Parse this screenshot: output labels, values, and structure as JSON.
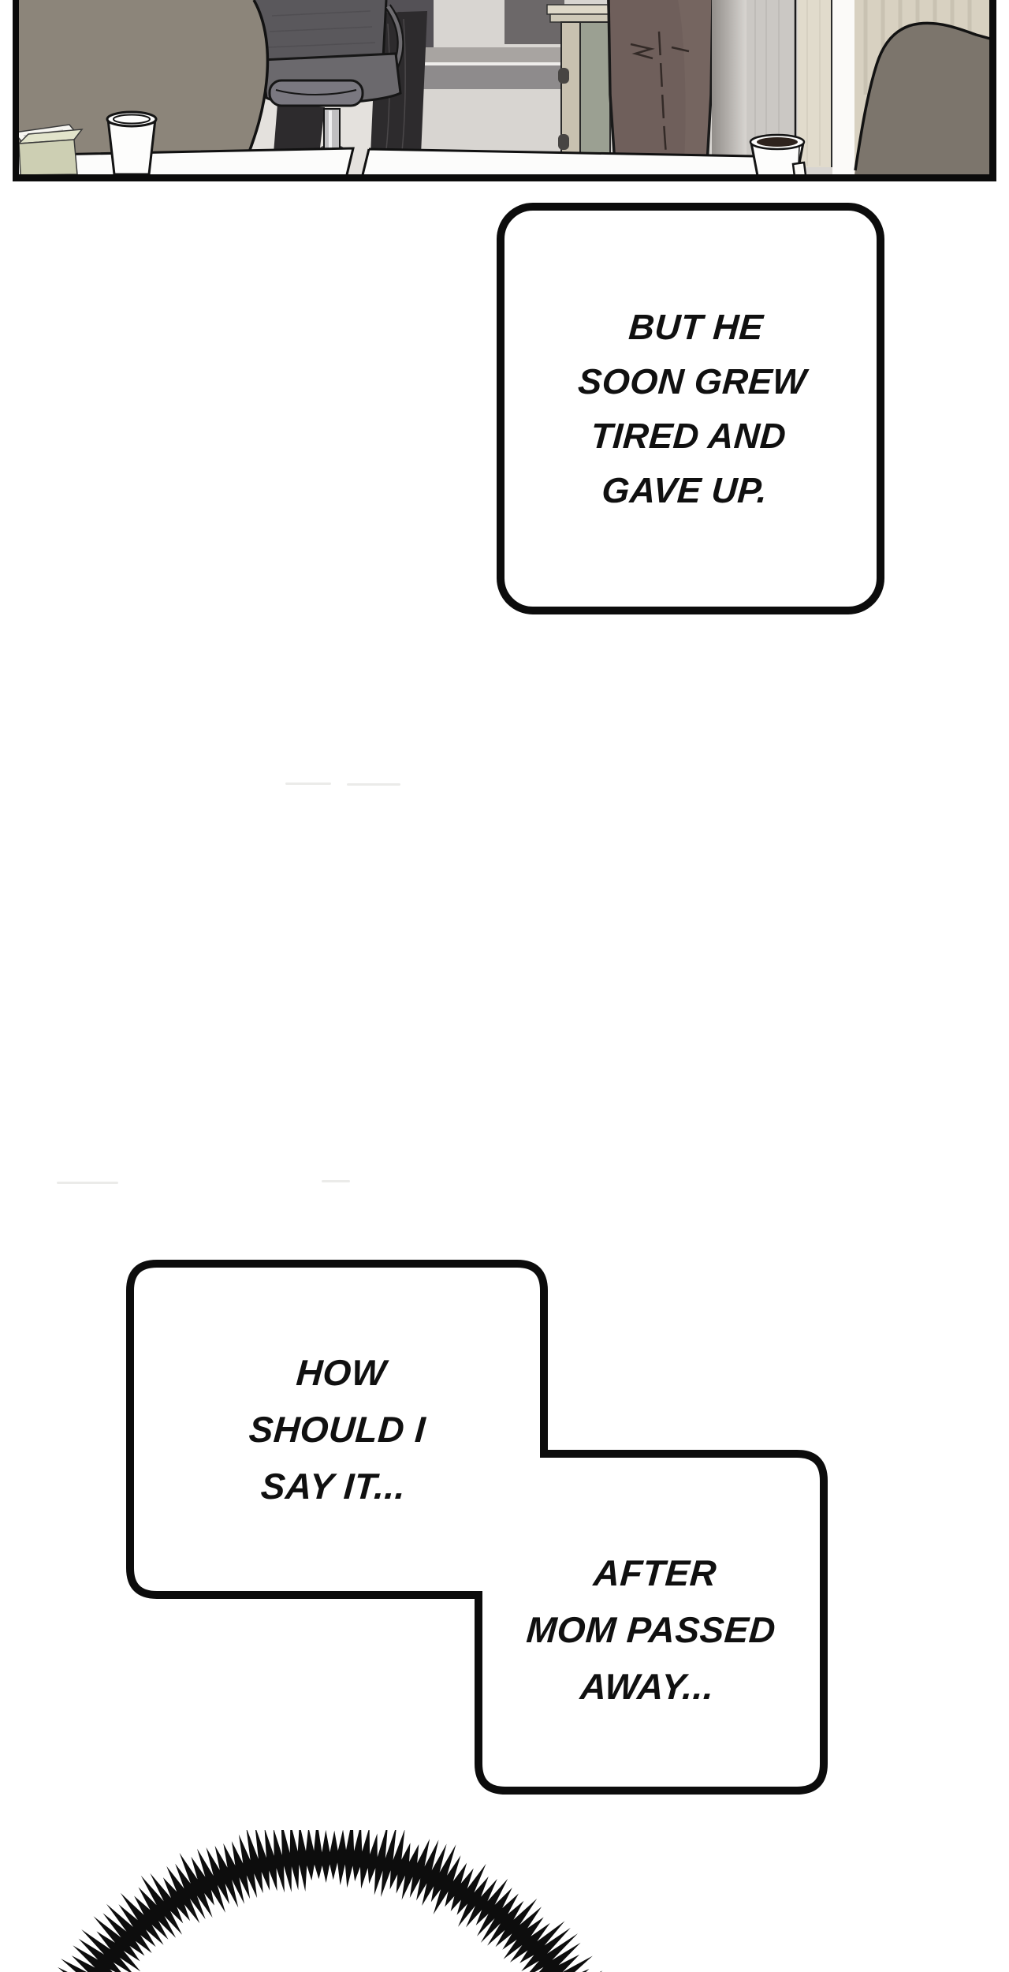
{
  "speech_bubbles": {
    "gave_up": {
      "lines": [
        "BUT HE",
        "SOON GREW",
        "TIRED AND",
        "GAVE UP."
      ]
    },
    "how_should": {
      "lines": [
        "HOW",
        "SHOULD I",
        "SAY IT..."
      ]
    },
    "after_mom": {
      "lines": [
        "AFTER",
        "MOM PASSED",
        "AWAY..."
      ]
    }
  },
  "colors": {
    "page_bg": "#ffffff",
    "ink": "#101010",
    "bubble_border": "#0c0c0c",
    "panel_border": "#0b0b0b",
    "burst_fill": "#0d0d0d"
  }
}
